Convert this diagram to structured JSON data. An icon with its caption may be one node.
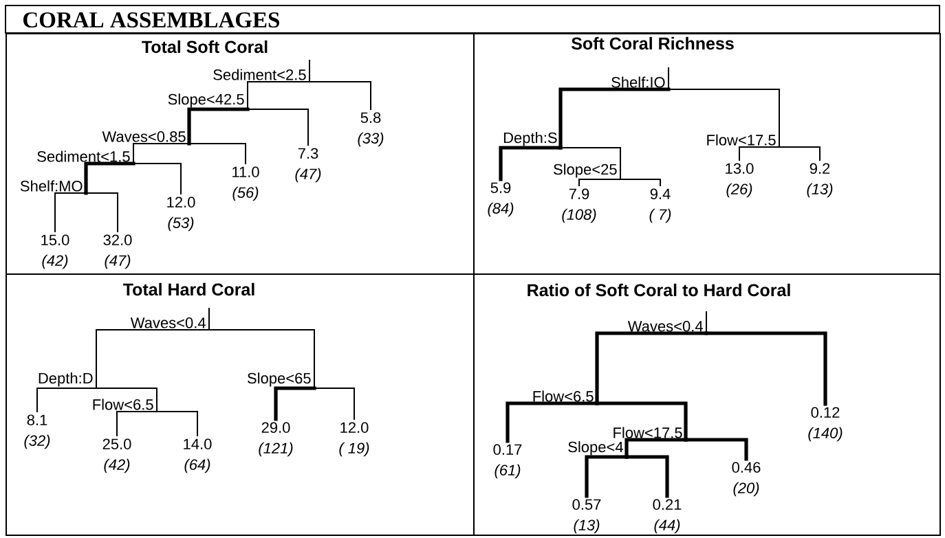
{
  "diagram": {
    "title": "CORAL ASSEMBLAGES",
    "nodes": [
      {
        "text": [
          "Total Soft Coral"
        ]
      },
      {
        "text": [
          "Sediment<2.5"
        ],
        "in": 0
      },
      {
        "text": [
          "Slope<42.5"
        ],
        "in": 0
      },
      {
        "text": [
          "Waves<0.85"
        ],
        "in": 0
      },
      {
        "text": [
          "Sediment<1.5"
        ],
        "in": 0
      },
      {
        "text": [
          "Shelf:MO"
        ],
        "in": 0
      },
      {
        "text": [
          "15.0",
          "(42)"
        ],
        "in": 0
      },
      {
        "text": [
          "32.0",
          "(47)"
        ],
        "in": 0
      },
      {
        "text": [
          "12.0",
          "(53)"
        ],
        "in": 0
      },
      {
        "text": [
          "11.0",
          "(56)"
        ],
        "in": 0
      },
      {
        "text": [
          "7.3",
          "(47)"
        ],
        "in": 0
      },
      {
        "text": [
          "5.8",
          "(33)"
        ],
        "in": 0
      },
      {
        "text": [
          "Soft Coral Richness"
        ]
      },
      {
        "text": [
          "Shelf:IO"
        ],
        "in": 12
      },
      {
        "text": [
          "Depth:S"
        ],
        "in": 12
      },
      {
        "text": [
          "5.9",
          "(84)"
        ],
        "in": 12
      },
      {
        "text": [
          "Slope<25"
        ],
        "in": 12
      },
      {
        "text": [
          "7.9",
          "(108)"
        ],
        "in": 12
      },
      {
        "text": [
          "9.4",
          "( 7)"
        ],
        "in": 12
      },
      {
        "text": [
          "Flow<17.5"
        ],
        "in": 12
      },
      {
        "text": [
          "13.0",
          "(26)"
        ],
        "in": 12
      },
      {
        "text": [
          "9.2",
          "(13)"
        ],
        "in": 12
      },
      {
        "text": [
          "Total Hard Coral"
        ]
      },
      {
        "text": [
          "Waves<0.4"
        ],
        "in": 22
      },
      {
        "text": [
          "Depth:D"
        ],
        "in": 22
      },
      {
        "text": [
          "8.1",
          "(32)"
        ],
        "in": 22
      },
      {
        "text": [
          "Flow<6.5"
        ],
        "in": 22
      },
      {
        "text": [
          "25.0",
          "(42)"
        ],
        "in": 22
      },
      {
        "text": [
          "14.0",
          "(64)"
        ],
        "in": 22
      },
      {
        "text": [
          "Slope<65"
        ],
        "in": 22
      },
      {
        "text": [
          "29.0",
          "(121)"
        ],
        "in": 22
      },
      {
        "text": [
          "12.0",
          "( 19)"
        ],
        "in": 22
      },
      {
        "text": [
          "Ratio of Soft Coral to Hard Coral"
        ]
      },
      {
        "text": [
          "Waves<0.4"
        ],
        "in": 32
      },
      {
        "text": [
          "Flow<6.5"
        ],
        "in": 32
      },
      {
        "text": [
          "0.17",
          "(61)"
        ],
        "in": 32
      },
      {
        "text": [
          "Flow<17.5"
        ],
        "in": 32
      },
      {
        "text": [
          "Slope<4"
        ],
        "in": 32
      },
      {
        "text": [
          "0.57",
          "(13)"
        ],
        "in": 32
      },
      {
        "text": [
          "0.21",
          "(44)"
        ],
        "in": 32
      },
      {
        "text": [
          "0.46",
          "(20)"
        ],
        "in": 32
      },
      {
        "text": [
          "0.12",
          "(140)"
        ],
        "in": 32
      }
    ],
    "edges": [
      {
        "from": 1,
        "to": 2,
        "arrow": "none"
      },
      {
        "from": 1,
        "to": 11,
        "arrow": "none"
      },
      {
        "from": 2,
        "to": 3,
        "arrow": "none",
        "style": "thick"
      },
      {
        "from": 2,
        "to": 10,
        "arrow": "none"
      },
      {
        "from": 3,
        "to": 4,
        "arrow": "none"
      },
      {
        "from": 3,
        "to": 9,
        "arrow": "none"
      },
      {
        "from": 4,
        "to": 5,
        "arrow": "none",
        "style": "thick"
      },
      {
        "from": 4,
        "to": 8,
        "arrow": "none"
      },
      {
        "from": 5,
        "to": 6,
        "arrow": "none"
      },
      {
        "from": 5,
        "to": 7,
        "arrow": "none"
      },
      {
        "from": 13,
        "to": 14,
        "arrow": "none",
        "style": "thick"
      },
      {
        "from": 13,
        "to": 19,
        "arrow": "none"
      },
      {
        "from": 14,
        "to": 15,
        "arrow": "none",
        "style": "thick"
      },
      {
        "from": 14,
        "to": 16,
        "arrow": "none"
      },
      {
        "from": 16,
        "to": 17,
        "arrow": "none"
      },
      {
        "from": 16,
        "to": 18,
        "arrow": "none"
      },
      {
        "from": 19,
        "to": 20,
        "arrow": "none"
      },
      {
        "from": 19,
        "to": 21,
        "arrow": "none"
      },
      {
        "from": 23,
        "to": 24,
        "arrow": "none"
      },
      {
        "from": 23,
        "to": 29,
        "arrow": "none"
      },
      {
        "from": 24,
        "to": 25,
        "arrow": "none"
      },
      {
        "from": 24,
        "to": 26,
        "arrow": "none"
      },
      {
        "from": 26,
        "to": 27,
        "arrow": "none"
      },
      {
        "from": 26,
        "to": 28,
        "arrow": "none"
      },
      {
        "from": 29,
        "to": 30,
        "arrow": "none",
        "style": "thick"
      },
      {
        "from": 29,
        "to": 31,
        "arrow": "none"
      },
      {
        "from": 33,
        "to": 34,
        "arrow": "none",
        "style": "thick"
      },
      {
        "from": 33,
        "to": 41,
        "arrow": "none",
        "style": "thick"
      },
      {
        "from": 34,
        "to": 35,
        "arrow": "none",
        "style": "thick"
      },
      {
        "from": 34,
        "to": 36,
        "arrow": "none",
        "style": "thick"
      },
      {
        "from": 36,
        "to": 37,
        "arrow": "none",
        "style": "thick"
      },
      {
        "from": 36,
        "to": 40,
        "arrow": "none",
        "style": "thick"
      },
      {
        "from": 37,
        "to": 38,
        "arrow": "none",
        "style": "thick"
      },
      {
        "from": 37,
        "to": 39,
        "arrow": "none",
        "style": "thick"
      }
    ]
  }
}
